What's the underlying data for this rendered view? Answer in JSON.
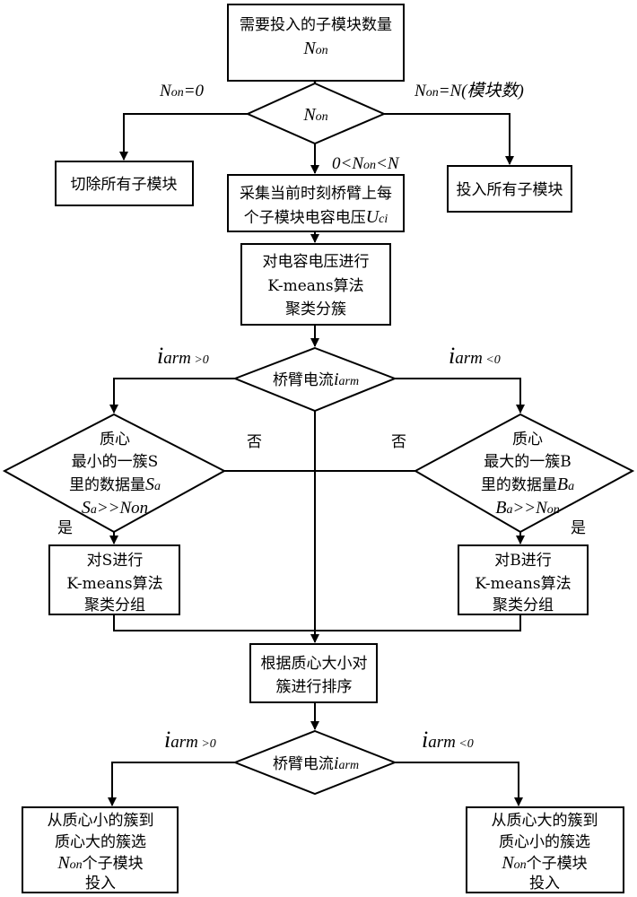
{
  "nodes": {
    "start": {
      "line1": "需要投入的子模块数量",
      "var": "N",
      "sub": "on"
    },
    "decision_non": {
      "var": "N",
      "sub": "on"
    },
    "cut_all": {
      "label": "切除所有子模块"
    },
    "insert_all": {
      "label": "投入所有子模块"
    },
    "sample": {
      "line1": "采集当前时刻桥臂上每",
      "line2": "个子模块电容电压",
      "var": "U",
      "sub": "ci"
    },
    "cluster": {
      "line1": "对电容电压进行",
      "line2": "K-means算法",
      "line3": "聚类分簇"
    },
    "decision_iarm1": {
      "text": "桥臂电流",
      "var": "i",
      "sub": "arm"
    },
    "decision_s": {
      "line1": "质心",
      "line2": "最小的一簇S",
      "line3": "里的数据量",
      "var": "S",
      "sub": "a",
      "cond_var": "S",
      "cond_sub": "a",
      "cond_rest": ">>Non"
    },
    "decision_b": {
      "line1": "质心",
      "line2": "最大的一簇B",
      "line3": "里的数据量",
      "var": "B",
      "sub": "a",
      "cond_var": "B",
      "cond_sub": "a",
      "cond_rest": ">>N",
      "cond_sub2": "on"
    },
    "group_s": {
      "line1": "对S进行",
      "line2": "K-means算法",
      "line3": "聚类分组"
    },
    "group_b": {
      "line1": "对B进行",
      "line2": "K-means算法",
      "line3": "聚类分组"
    },
    "sort": {
      "line1": "根据质心大小对",
      "line2": "簇进行排序"
    },
    "decision_iarm2": {
      "text": "桥臂电流",
      "var": "i",
      "sub": "arm"
    },
    "select_small": {
      "line1": "从质心小的簇到",
      "line2": "质心大的簇选",
      "var": "N",
      "sub": "on",
      "line3_rest": "个子模块",
      "line4": "投入"
    },
    "select_large": {
      "line1": "从质心大的簇到",
      "line2": "质心小的簇选",
      "var": "N",
      "sub": "on",
      "line3_rest": "个子模块",
      "line4": "投入"
    }
  },
  "edges": {
    "non_zero": {
      "var": "N",
      "sub": "on",
      "rest": "=0"
    },
    "non_n": {
      "var": "N",
      "sub": "on",
      "rest": "=N(模块数)"
    },
    "non_mid": {
      "pre": "0<",
      "var": "N",
      "sub": "on",
      "rest": "<N"
    },
    "iarm_pos": {
      "var": "i",
      "sub": "arm",
      "rest": " >0"
    },
    "iarm_neg": {
      "var": "i",
      "sub": "arm",
      "rest": " <0"
    },
    "no": "否",
    "yes": "是"
  }
}
